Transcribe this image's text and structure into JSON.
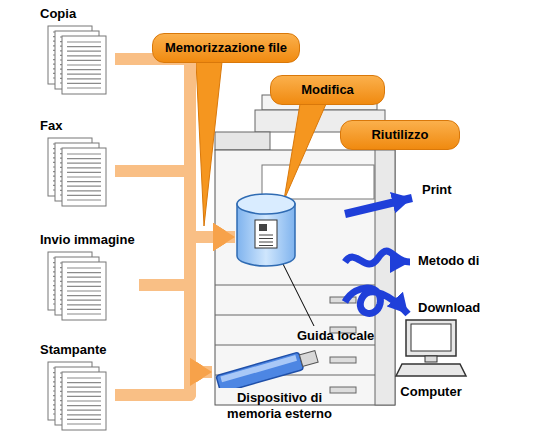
{
  "diagram": {
    "nodes": [
      {
        "text": [
          "Memorizzazione file"
        ]
      },
      {
        "text": [
          "Modifica"
        ]
      },
      {
        "text": [
          "Riutilizzo"
        ]
      },
      {
        "text": [
          "Copia"
        ]
      },
      {
        "text": [
          "Fax"
        ]
      },
      {
        "text": [
          "Invio immagine"
        ]
      },
      {
        "text": [
          "Stampante"
        ]
      },
      {
        "text": [
          "Guida locale"
        ]
      },
      {
        "text": [
          "Computer"
        ]
      },
      {
        "text": [
          "Dispositivo di memoria esterno"
        ]
      }
    ],
    "edges": [
      {
        "from": 3,
        "to": 7,
        "arrow": "to"
      },
      {
        "from": 4,
        "to": 7,
        "arrow": "to"
      },
      {
        "from": 5,
        "to": 7,
        "arrow": "to"
      },
      {
        "from": 6,
        "to": 7,
        "arrow": "to"
      },
      {
        "from": 3,
        "to": 9,
        "arrow": "to"
      },
      {
        "from": 4,
        "to": 9,
        "arrow": "to"
      },
      {
        "from": 5,
        "to": 9,
        "arrow": "to"
      },
      {
        "from": 6,
        "to": 9,
        "arrow": "to"
      }
    ],
    "labels": [
      "Print",
      "Metodo di",
      "Download"
    ]
  }
}
